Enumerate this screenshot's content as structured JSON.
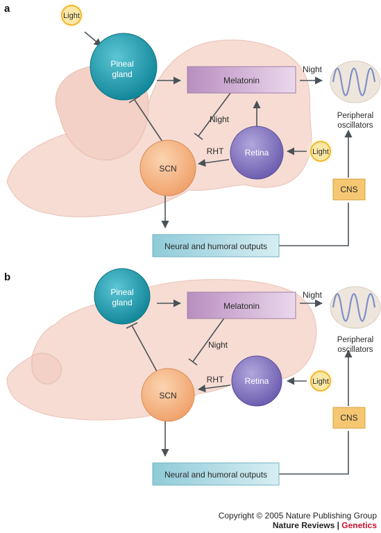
{
  "panels": [
    {
      "letter": "a",
      "nodes": {
        "light_top": "Light",
        "pineal": [
          "Pineal",
          "gland"
        ],
        "melatonin": "Melatonin",
        "night_top": "Night",
        "peripheral": [
          "Peripheral",
          "oscillators"
        ],
        "night_mid": "Night",
        "rht": "RHT",
        "scn": "SCN",
        "retina": "Retina",
        "light_retina": "Light",
        "cns": "CNS",
        "outputs": "Neural and humoral outputs"
      }
    },
    {
      "letter": "b",
      "nodes": {
        "pineal": [
          "Pineal",
          "gland"
        ],
        "melatonin": "Melatonin",
        "night_top": "Night",
        "peripheral": [
          "Peripheral",
          "oscillators"
        ],
        "night_mid": "Night",
        "rht": "RHT",
        "scn": "SCN",
        "retina": "Retina",
        "light_retina": "Light",
        "cns": "CNS",
        "outputs": "Neural and humoral outputs"
      }
    }
  ],
  "footer": {
    "copyright": "Copyright © 2005 Nature Publishing Group",
    "journal": "Nature Reviews",
    "separator": " | ",
    "section": "Genetics"
  },
  "colors": {
    "brain": "#f6dcd3",
    "pineal": "#1fa3b6",
    "melatonin": "#c9a6cc",
    "scn": "#f6b98a",
    "retina": "#8f7fc4",
    "light": "#f6c54a",
    "cns": "#f5c772",
    "outputs": "#a8d8e2",
    "oscillator_wave": "#7f8fc6",
    "arrow": "#4a5258",
    "accent_red": "#c8102e"
  }
}
